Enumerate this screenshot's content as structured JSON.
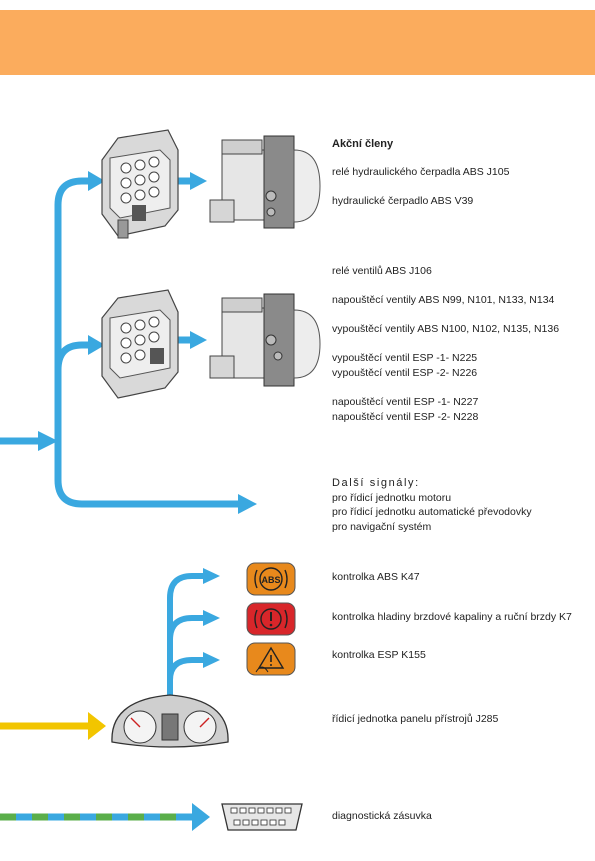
{
  "actuators": {
    "heading": "Akční členy",
    "pump_relay": "relé hydraulického čerpadla ABS  J105",
    "pump": "hydraulické čerpadlo ABS  V39",
    "valve_relay": "relé ventilů ABS  J106",
    "inlet_valves": "napouštěcí ventily ABS  N99, N101, N133, N134",
    "outlet_valves": "vypouštěcí ventily ABS  N100, N102, N135, N136",
    "esp_outlet_1": "vypouštěcí ventil ESP -1-  N225",
    "esp_outlet_2": "vypouštěcí ventil ESP -2-  N226",
    "esp_inlet_1": "napouštěcí ventil ESP -1-  N227",
    "esp_inlet_2": "napouštěcí ventil ESP -2-  N228"
  },
  "other_signals": {
    "heading": "Další signály:",
    "line1": "pro řídicí jednotku motoru",
    "line2": "pro řídicí jednotku automatické převodovky",
    "line3": "pro navigační systém"
  },
  "warning_lamps": {
    "abs": "kontrolka ABS  K47",
    "brake": "kontrolka hladiny brzdové kapaliny a ruční brzdy K7",
    "esp": "kontrolka ESP  K155",
    "abs_icon_text": "ABS"
  },
  "instrument_cluster": "řídicí jednotka panelu přístrojů J285",
  "diagnostic_socket": "diagnostická zásuvka",
  "colors": {
    "banner": "#fbac5d",
    "arrow_blue": "#3aa8e0",
    "arrow_yellow": "#f2c500",
    "dash_green": "#5aae4a",
    "lamp_orange": "#e8891c",
    "lamp_red": "#d8262a"
  }
}
